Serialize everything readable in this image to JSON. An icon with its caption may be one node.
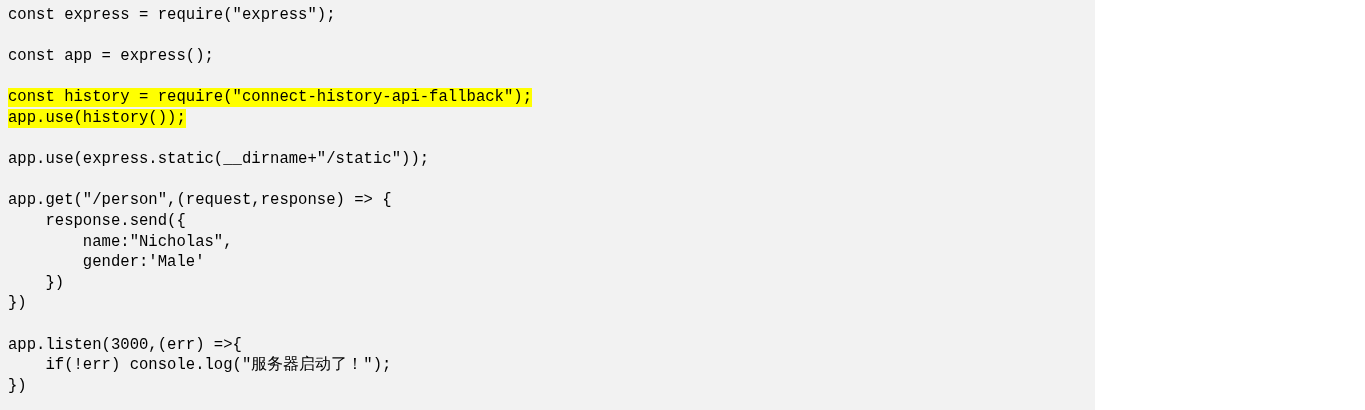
{
  "diagram": {
    "labels": [
      "const express = require(\"express\");",
      "const app = express();",
      "const history = require(\"connect-history-api-fallback\");",
      "app.use(history());",
      "app.use(express.static(__dirname+\"/static\"));",
      "app.get(\"/person\",(request,response) => {",
      "    response.send({",
      "        name:\"Nicholas\",",
      "        gender:'Male'",
      "    })",
      "})",
      "app.listen(3000,(err) =>{",
      "    if(!err) console.log(\"服务器启动了！\");",
      "})"
    ]
  }
}
